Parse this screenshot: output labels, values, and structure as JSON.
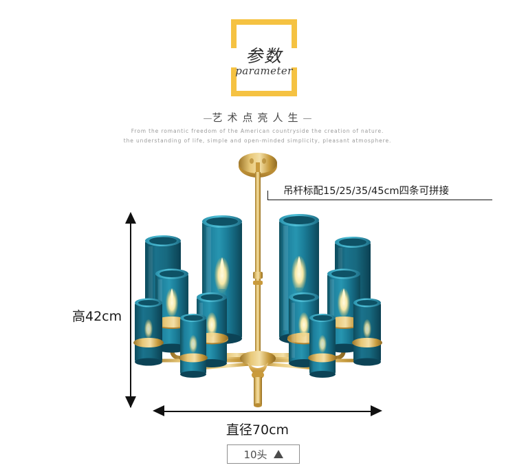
{
  "header": {
    "title_cn": "参数",
    "title_en": "parameter",
    "bracket_color": "#f5c242"
  },
  "tagline": {
    "main": "艺术点亮人生",
    "dash_left": "—",
    "dash_right": "—",
    "sub_line1": "From the romantic freedom of the American countryside the creation of nature.",
    "sub_line2": "the understanding of life, simple and open-minded  simplicity, pleasant atmosphere."
  },
  "annotations": {
    "rod_note": "吊杆标配15/25/35/45cm四条可拼接",
    "height_label": "高42cm",
    "diameter_label": "直径70cm"
  },
  "badge": {
    "label": "10头",
    "arrow_icon": "triangle-up-icon"
  },
  "product": {
    "type": "chandelier",
    "shade_color": "#1d7a96",
    "shade_color_dark": "#13566c",
    "metal_color": "#d4a64a",
    "metal_color_light": "#f0d08a",
    "bulb_color": "#f6edb6",
    "heads": 10,
    "height_cm": 42,
    "diameter_cm": 70
  }
}
